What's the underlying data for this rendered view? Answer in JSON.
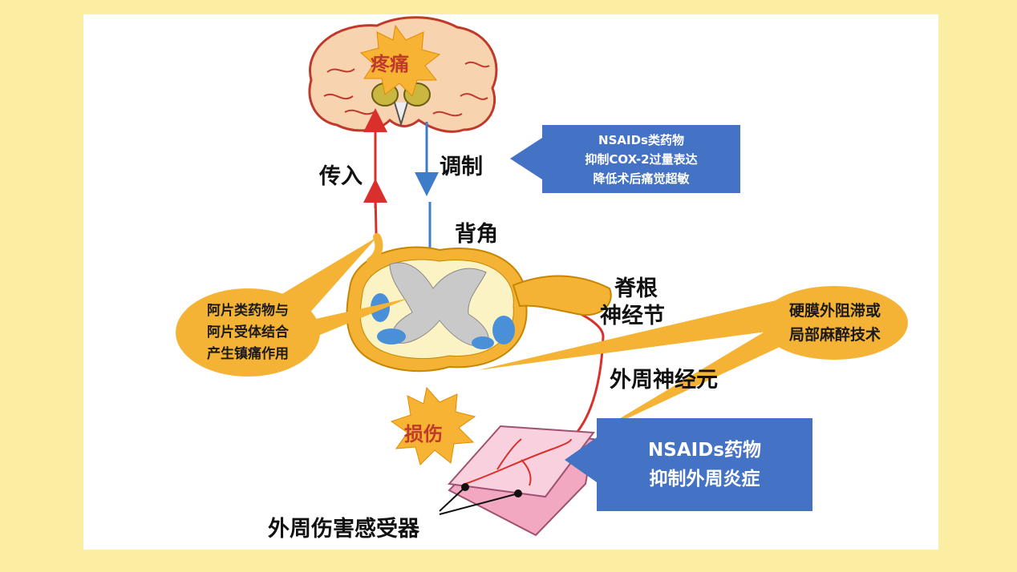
{
  "burst_pain": "疼痛",
  "burst_injury": "损伤",
  "labels": {
    "afferent": "传入",
    "modulation": "调制",
    "dorsal_horn": "背角",
    "drg_line1": "脊根",
    "drg_line2": "神经节",
    "peripheral_neuron": "外周神经元",
    "nociceptor": "外周伤害感受器"
  },
  "callouts": {
    "nsaids_top": [
      "NSAIDs类药物",
      "抑制COX-2过量表达",
      "降低术后痛觉超敏"
    ],
    "nsaids_bottom": [
      "NSAIDs药物",
      "抑制外周炎症"
    ]
  },
  "bubbles": {
    "opioid": [
      "阿片类药物与",
      "阿片受体结合",
      "产生镇痛作用"
    ],
    "epidural": [
      "硬膜外阻滞或",
      "局部麻醉技术"
    ]
  },
  "colors": {
    "background": "#fbeea3",
    "callout_blue": "#4472c4",
    "bubble_orange": "#f5b335",
    "burst_orange": "#f7b334",
    "afferent_red": "#d9302b",
    "modulation_blue": "#3d7cc9",
    "skin_pink": "#f5c6d6"
  }
}
